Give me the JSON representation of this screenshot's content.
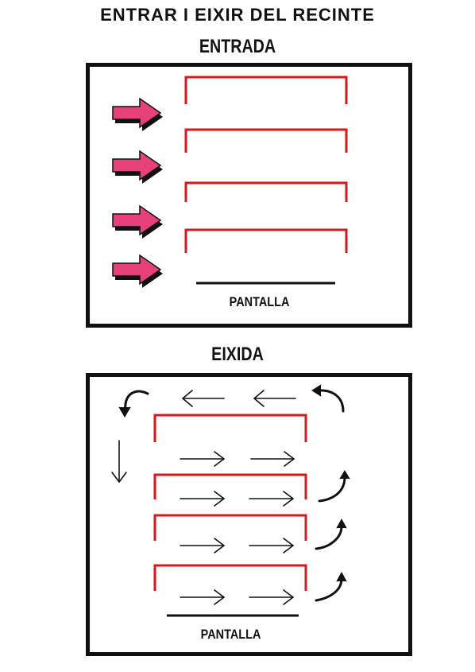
{
  "title": "ENTRAR I EIXIR DEL RECINTE",
  "sections": {
    "entrada": {
      "title": "ENTRADA",
      "screen_label": "PANTALLA"
    },
    "eixida": {
      "title": "EIXIDA",
      "screen_label": "PANTALLA"
    }
  },
  "colors": {
    "rows": "#d7191e",
    "entry_arrows": "#e8407a",
    "ink": "#111111"
  },
  "icons": [
    "arrow-right-icon",
    "arrow-left-icon",
    "arrow-down-icon",
    "curved-arrow-icon"
  ]
}
